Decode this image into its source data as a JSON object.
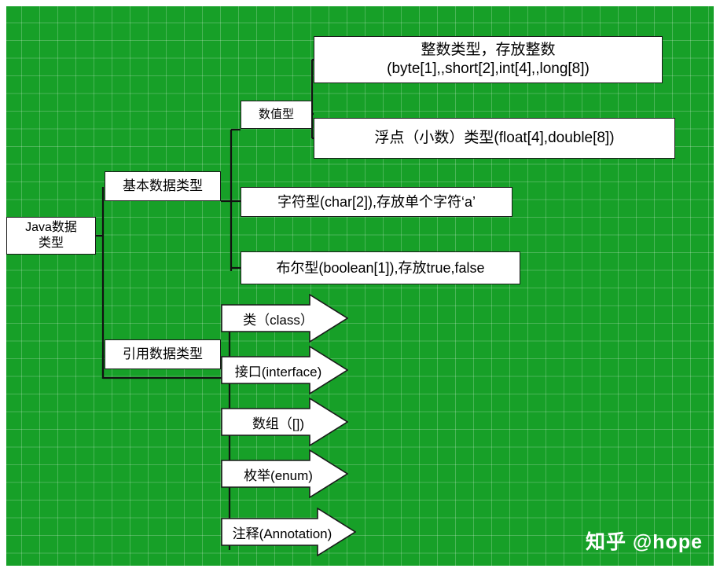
{
  "diagram": {
    "title": "Java数据类型",
    "root": {
      "label": "Java数据\n类型"
    },
    "branches": {
      "primitive": {
        "label": "基本数据类型"
      },
      "reference": {
        "label": "引用数据类型"
      }
    },
    "primitive_children": {
      "numeric": {
        "label": "数值型"
      },
      "char": {
        "label": "字符型(char[2]),存放单个字符‘a’"
      },
      "boolean": {
        "label": "布尔型(boolean[1]),存放true,false"
      }
    },
    "numeric_children": {
      "integer": {
        "label": "整数类型，存放整数\n(byte[1],,short[2],int[4],,long[8])"
      },
      "float": {
        "label": "浮点（小数）类型(float[4],double[8])"
      }
    },
    "reference_children": [
      {
        "label": "类（class）"
      },
      {
        "label": "接口(interface)"
      },
      {
        "label": "数组（[])"
      },
      {
        "label": "枚举(enum)"
      },
      {
        "label": "注释(Annotation)"
      }
    ],
    "watermark": "知乎 @hope",
    "colors": {
      "background": "#17a028",
      "grid_line": "#ffffff",
      "node_fill": "#ffffff",
      "node_border": "#1a1a1a",
      "text": "#000000",
      "watermark": "#ffffff"
    }
  }
}
